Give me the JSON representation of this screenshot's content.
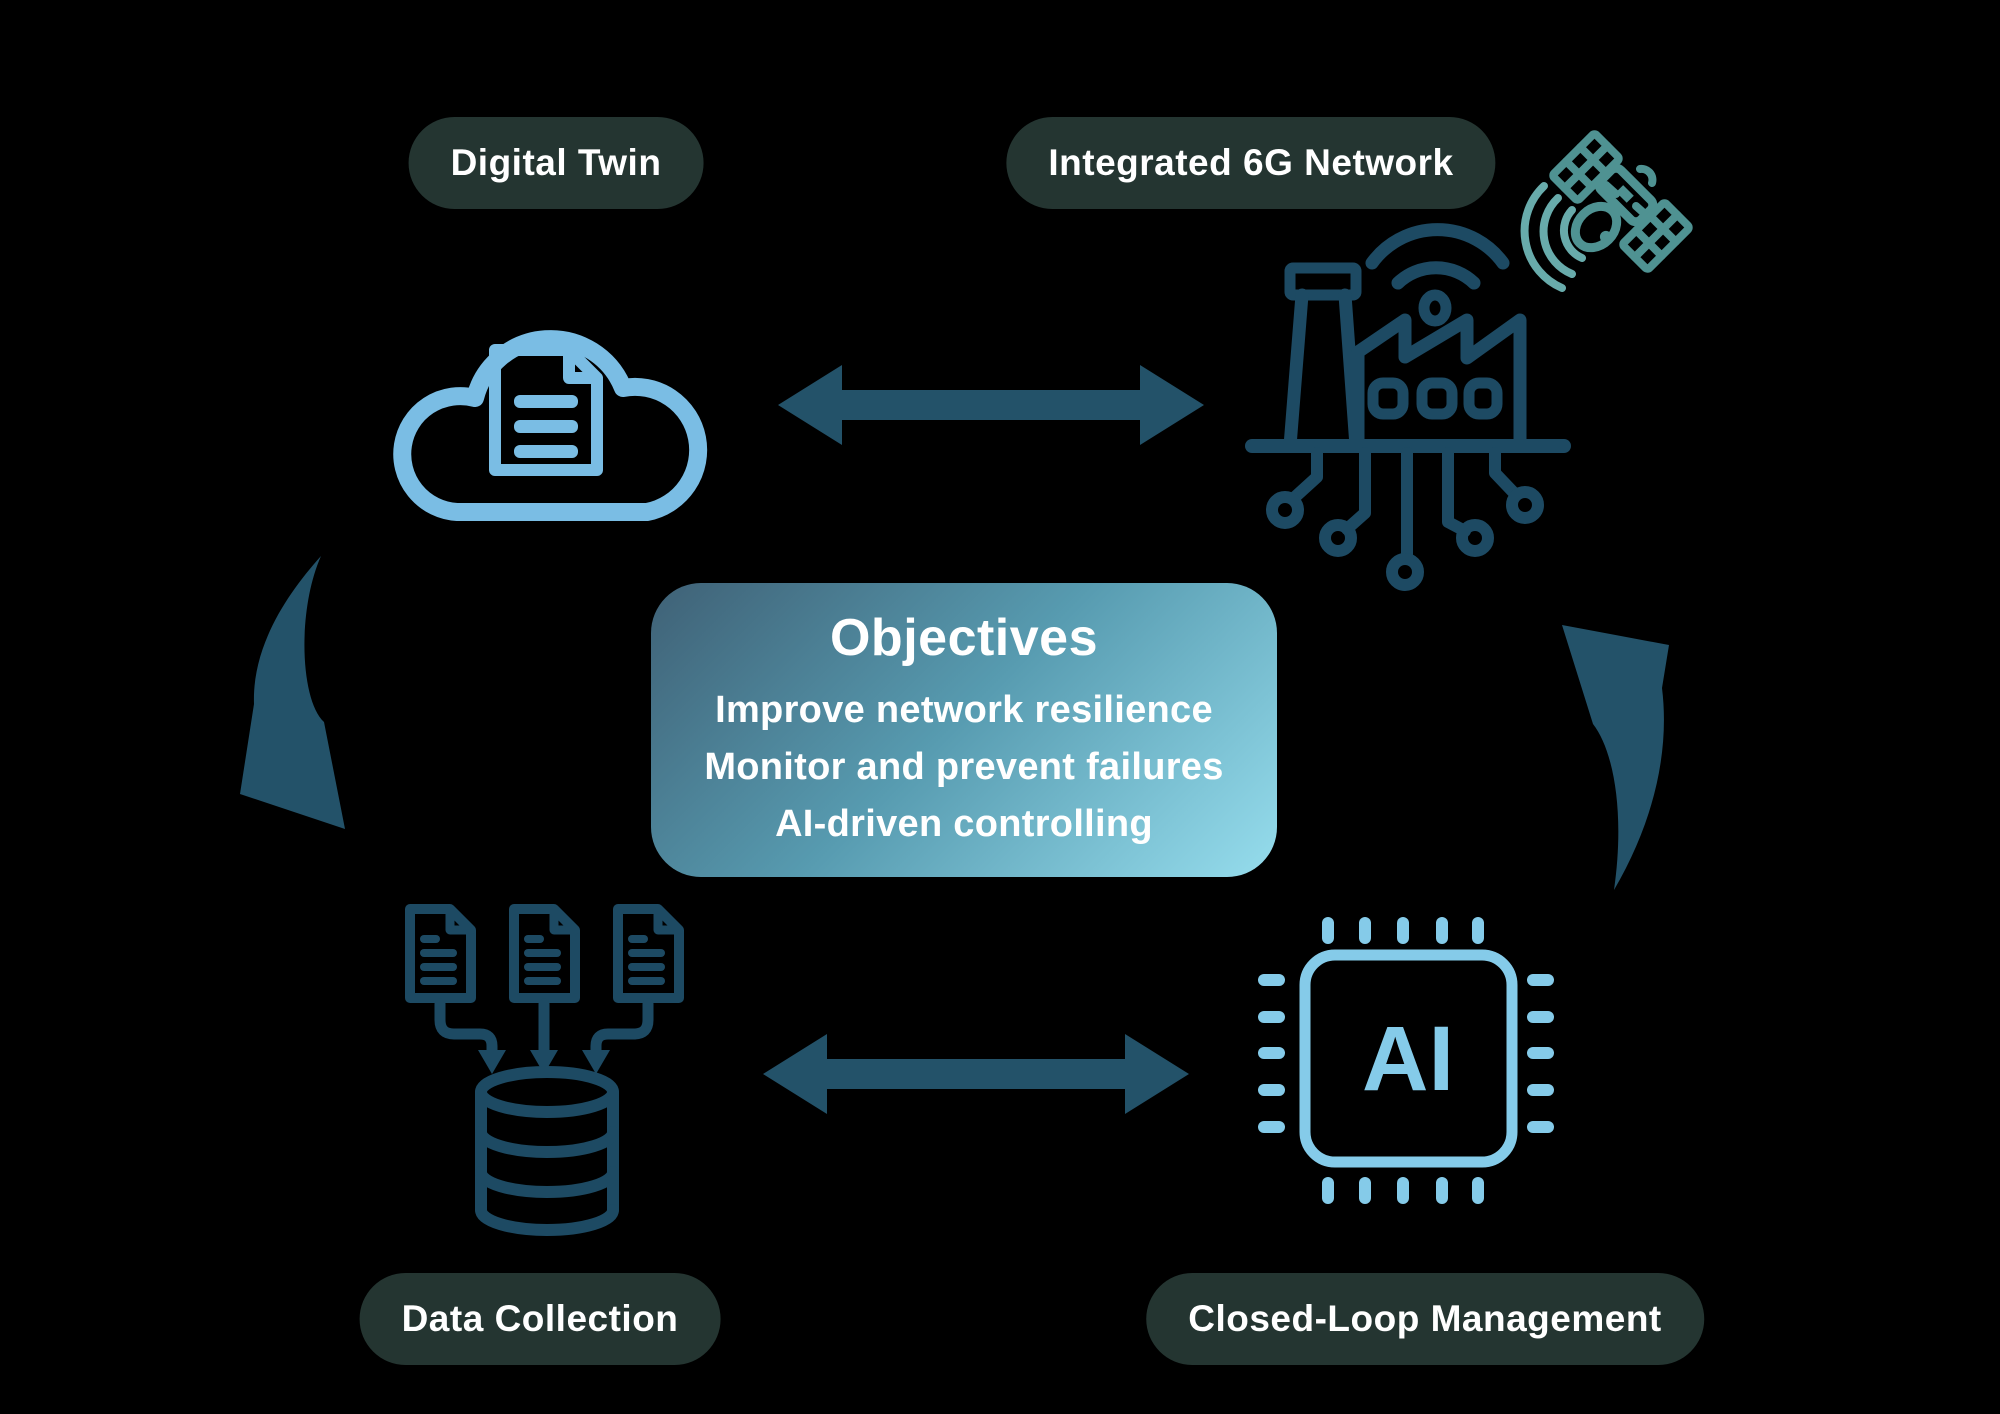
{
  "diagram": {
    "background": "#000000",
    "nodes": {
      "digital_twin": {
        "label": "Digital Twin"
      },
      "integrated_6g": {
        "label": "Integrated 6G Network"
      },
      "data_collection": {
        "label": "Data Collection"
      },
      "closed_loop": {
        "label": "Closed-Loop Management"
      }
    },
    "objectives": {
      "title": "Objectives",
      "items": [
        "Improve network resilience",
        "Monitor and prevent failures",
        "AI-driven controlling"
      ]
    },
    "ai_chip_text": "AI",
    "icons": [
      "cloud-document-icon",
      "smart-factory-6g-icon",
      "satellite-icon",
      "documents-to-database-icon",
      "ai-chip-icon",
      "left-cycle-arrow-icon",
      "right-cycle-arrow-icon",
      "double-arrow-icon"
    ],
    "colors": {
      "label_pill_bg": "#243531",
      "label_text": "#ffffff",
      "cloud_blue": "#7abde4",
      "chip_blue": "#85cbe9",
      "icon_dark_teal": "#1d4a63",
      "arrow_teal": "#235269",
      "satellite_teal": "#4f9292",
      "satellite_arc_teal": "#68abab",
      "objectives_gradient_start": "#3f6176",
      "objectives_gradient_mid": "#579bb0",
      "objectives_gradient_end": "#96dded"
    }
  }
}
